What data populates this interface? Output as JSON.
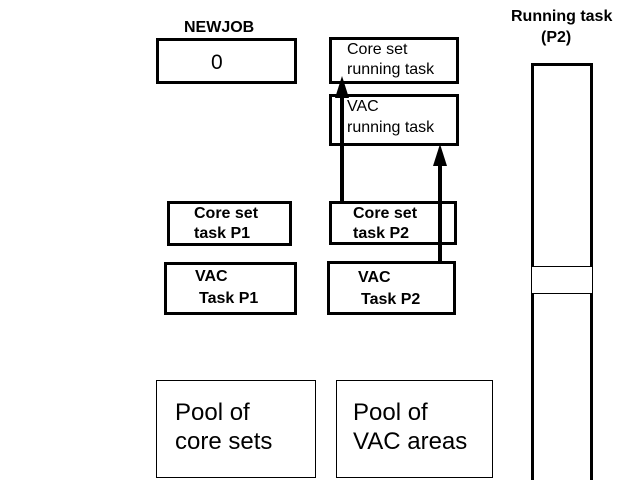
{
  "newjob": {
    "title": "NEWJOB",
    "value": "0"
  },
  "running_column": {
    "core_set_running": [
      "Core set",
      "running task"
    ],
    "vac_running": [
      "VAC",
      "running task"
    ]
  },
  "p1": {
    "core_set": [
      "Core set",
      "task P1"
    ],
    "vac": [
      "VAC",
      "Task P1"
    ]
  },
  "p2": {
    "core_set": [
      "Core set",
      "task P2"
    ],
    "vac": [
      "VAC",
      "Task P2"
    ]
  },
  "running_task_bar": {
    "title": [
      "Running task",
      "(P2)"
    ]
  },
  "pools": {
    "core_sets": [
      "Pool of",
      "core sets"
    ],
    "vac_areas": [
      "Pool of",
      "VAC areas"
    ]
  }
}
